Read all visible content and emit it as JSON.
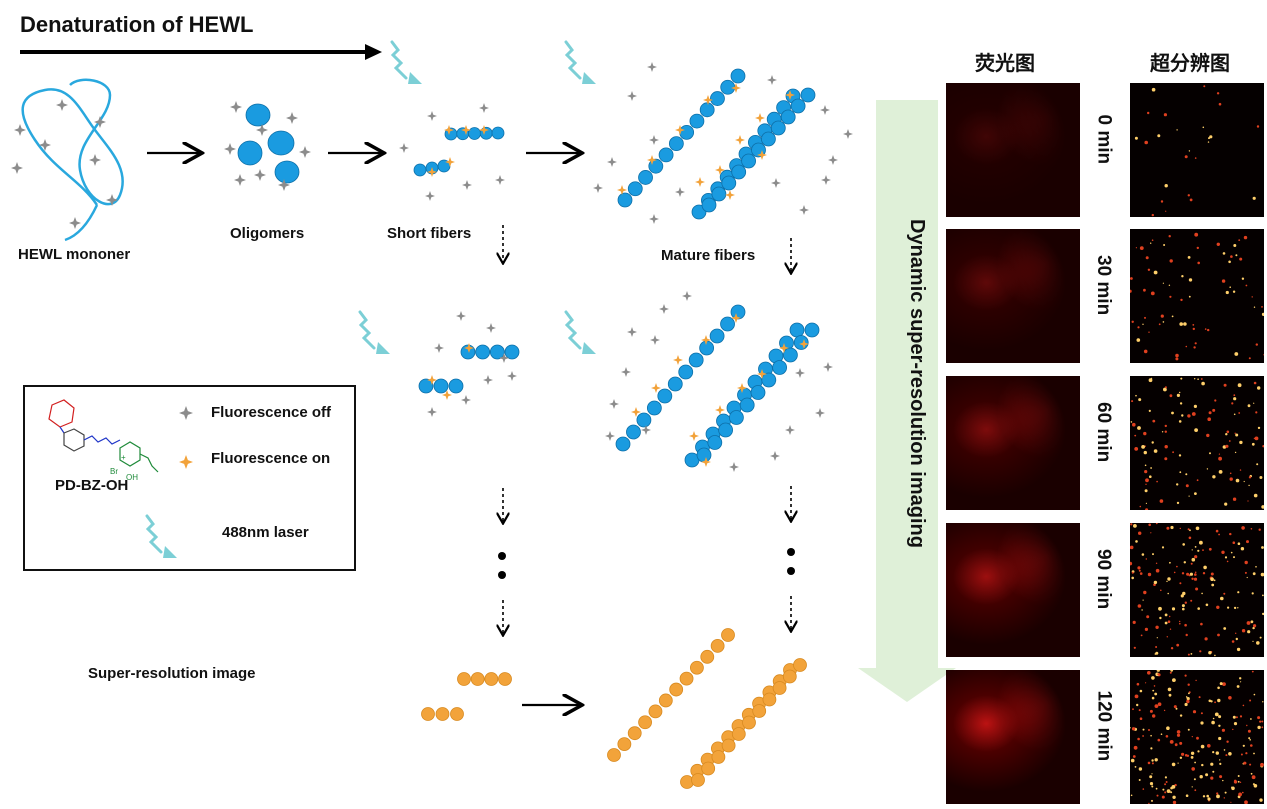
{
  "title": "Denaturation of HEWL",
  "stages": {
    "monomer": "HEWL mononer",
    "oligomers": "Oligomers",
    "short_fibers": "Short fibers",
    "mature_fibers": "Mature fibers"
  },
  "legend": {
    "compound": "PD-BZ-OH",
    "fluor_off": "Fluorescence off",
    "fluor_on": "Fluorescence on",
    "laser": "488nm laser",
    "chem_br": "Br",
    "chem_oh": "OH",
    "chem_plus": "+"
  },
  "super_res_label": "Super-resolution image",
  "arrow_label": "Dynamic super-resolution imaging",
  "columns": {
    "fluorescence": "荧光图",
    "super_resolution": "超分辨图"
  },
  "times": [
    "0 min",
    "30 min",
    "60 min",
    "90 min",
    "120 min"
  ],
  "colors": {
    "protein_blue": "#1a9be0",
    "star_gray": "#8c8c8c",
    "star_orange": "#f2a23a",
    "laser_teal": "#7ccfd6",
    "sr_orange": "#f2a33a",
    "arrow_green": "#dff0d8"
  }
}
